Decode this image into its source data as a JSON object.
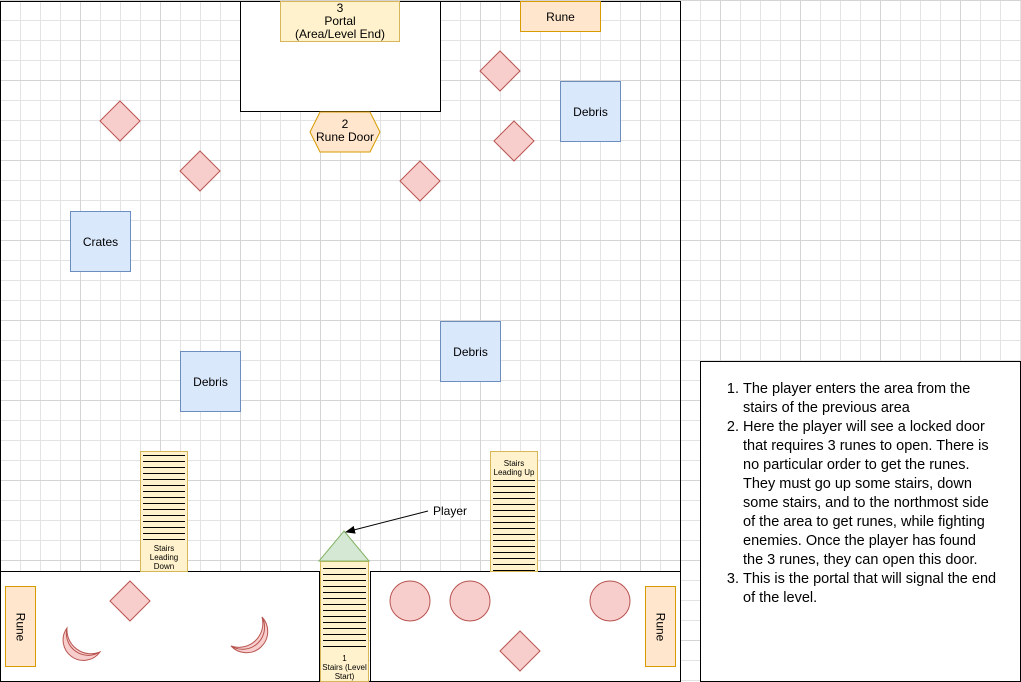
{
  "colors": {
    "blue_fill": "#dae8fc",
    "blue_stroke": "#6c8ebf",
    "yellow_fill": "#fff2cc",
    "yellow_stroke": "#d6b656",
    "orange_fill": "#ffe6cc",
    "orange_stroke": "#d79b00",
    "red_fill": "#f8cecc",
    "red_stroke": "#b85450",
    "green_fill": "#d5e8d4",
    "green_stroke": "#82b366"
  },
  "portal": {
    "number": "3",
    "line1": "Portal",
    "line2": "(Area/Level End)"
  },
  "rune_door": {
    "number": "2",
    "label": "Rune Door"
  },
  "runes": {
    "top": "Rune",
    "left": "Rune",
    "right": "Rune"
  },
  "obstacles": {
    "debris_top": "Debris",
    "crates": "Crates",
    "debris_mid": "Debris",
    "debris_left": "Debris"
  },
  "stairs": {
    "down": "Stairs Leading Down",
    "up": "Stairs Leading Up",
    "start_number": "1",
    "start_label": "Stairs (Level Start)"
  },
  "player_label": "Player",
  "notes": [
    "The player enters the area from the stairs of the previous area",
    "Here the player will see a locked door that requires 3 runes to open. There is no particular order to get the runes. They must go up some stairs, down some stairs, and to the northmost side of the area to get runes, while fighting enemies. Once the player has found the 3 runes, they can open this door.",
    "This is the portal that will signal the end of the level."
  ]
}
